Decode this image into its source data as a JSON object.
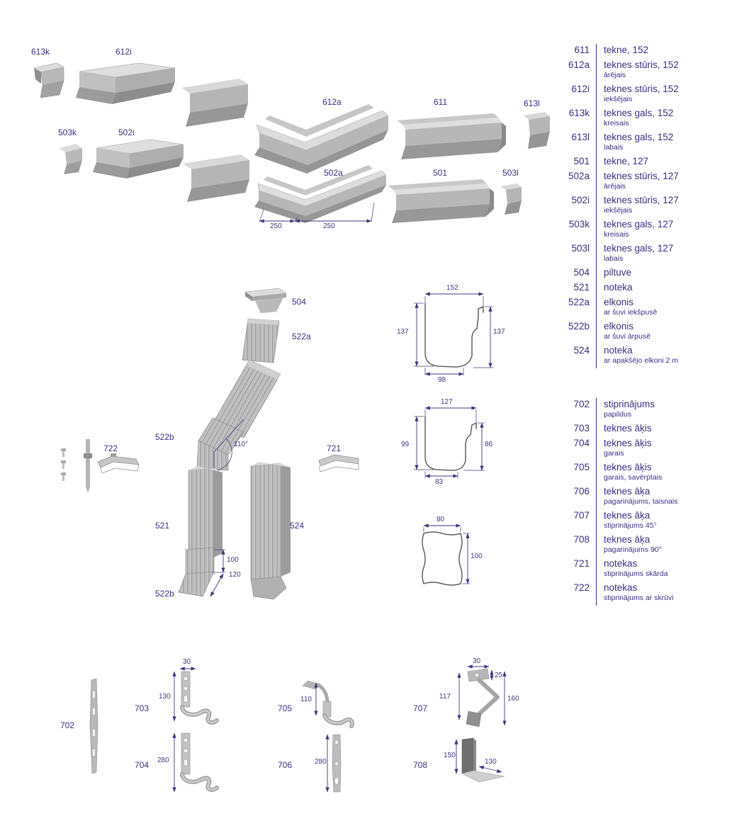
{
  "page": {
    "background": "#ffffff",
    "accent_color": "#3c2c80"
  },
  "legend": {
    "items": [
      {
        "code": "611",
        "name": "tekne, 152",
        "sub": ""
      },
      {
        "code": "612a",
        "name": "teknes stūris, 152",
        "sub": "ārējais"
      },
      {
        "code": "612i",
        "name": "teknes stūris, 152",
        "sub": "iekšējais"
      },
      {
        "code": "613k",
        "name": "teknes gals, 152",
        "sub": "kreisais"
      },
      {
        "code": "613l",
        "name": "teknes gals, 152",
        "sub": "labais"
      },
      {
        "code": "501",
        "name": "tekne, 127",
        "sub": ""
      },
      {
        "code": "502a",
        "name": "teknes stūris, 127",
        "sub": "ārējais"
      },
      {
        "code": "502i",
        "name": "teknes stūris, 127",
        "sub": "iekšējais"
      },
      {
        "code": "503k",
        "name": "teknes gals, 127",
        "sub": "kreisais"
      },
      {
        "code": "503l",
        "name": "teknes gals, 127",
        "sub": "labais"
      },
      {
        "code": "504",
        "name": "piltuve",
        "sub": ""
      },
      {
        "code": "521",
        "name": "noteka",
        "sub": ""
      },
      {
        "code": "522a",
        "name": "elkonis",
        "sub": "ar šuvi iekšpusē"
      },
      {
        "code": "522b",
        "name": "elkonis",
        "sub": "ar šuvi ārpusē"
      },
      {
        "code": "524",
        "name": "noteka",
        "sub": "ar apakšējo elkoni 2 m"
      },
      {
        "code": "702",
        "name": "stiprinājums",
        "sub": "papildus"
      },
      {
        "code": "703",
        "name": "teknes āķis",
        "sub": ""
      },
      {
        "code": "704",
        "name": "teknes āķis",
        "sub": "garais"
      },
      {
        "code": "705",
        "name": "teknes āķis",
        "sub": "garais, savērptais"
      },
      {
        "code": "706",
        "name": "teknes āķa",
        "sub": "pagarinājums, taisnais"
      },
      {
        "code": "707",
        "name": "teknes āķa",
        "sub": "stiprinājums 45°"
      },
      {
        "code": "708",
        "name": "teknes āķa",
        "sub": "pagarinājums 90°"
      },
      {
        "code": "721",
        "name": "notekas",
        "sub": "stiprinājums skārda"
      },
      {
        "code": "722",
        "name": "notekas",
        "sub": "stiprinājums ar skrūvi"
      }
    ]
  },
  "part_labels": {
    "t613k": "613k",
    "t612i": "612i",
    "t612a": "612a",
    "t611": "611",
    "t613l": "613l",
    "t503k": "503k",
    "t502i": "502i",
    "t502a": "502a",
    "t501": "501",
    "t503l": "503l",
    "m504": "504",
    "m522a": "522a",
    "m522b_top": "522b",
    "m722": "722",
    "m721": "721",
    "m521": "521",
    "m524": "524",
    "m522b_bottom": "522b",
    "b702": "702",
    "b703": "703",
    "b704": "704",
    "b705": "705",
    "b706": "706",
    "b707": "707",
    "b708": "708"
  },
  "dims": {
    "gutter_250_left": "250",
    "gutter_250_right": "250",
    "elbow_angle": "110°",
    "elbow_height": "100",
    "elbow_offset": "120",
    "p152_top": "152",
    "p152_left": "137",
    "p152_right": "137",
    "p152_bottom": "98",
    "p127_top": "127",
    "p127_left": "99",
    "p127_right": "86",
    "p127_bottom": "83",
    "p80_top": "80",
    "p80_right": "100",
    "b703_top": "30",
    "b703_len": "130",
    "b704_len": "280",
    "b705_len": "110",
    "b706_len": "280",
    "b707_top": "30",
    "b707_upper": "25",
    "b707_left": "117",
    "b707_diag": "160",
    "b708_height": "150",
    "b708_depth": "130"
  }
}
